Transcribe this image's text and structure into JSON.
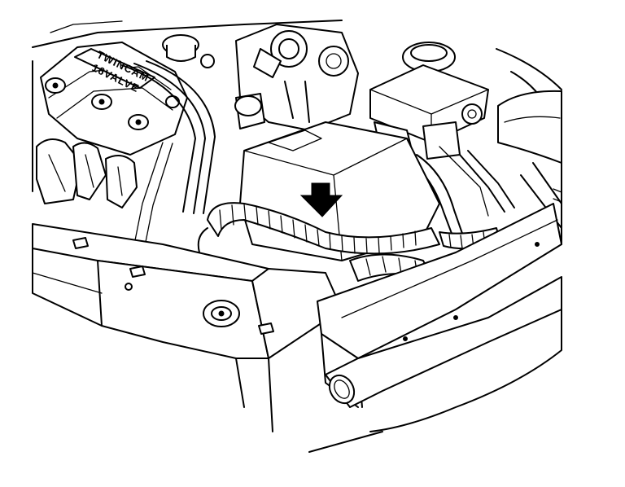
{
  "diagram": {
    "valve_cover_text_line1": "TWINCAM",
    "valve_cover_text_line2": "16VALVE",
    "colors": {
      "line": "#000000",
      "background": "#ffffff"
    },
    "icons": [
      "down-arrow-indicator"
    ]
  }
}
